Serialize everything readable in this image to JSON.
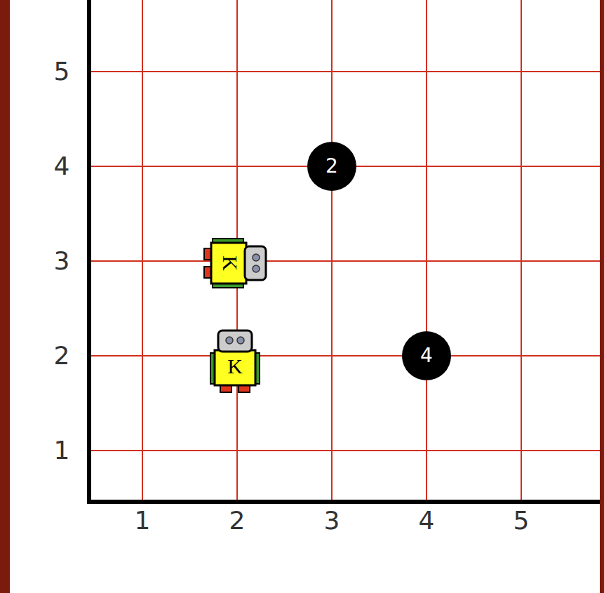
{
  "diagram": {
    "nodes": [
      {
        "text": [
          "2"
        ]
      },
      {
        "text": [
          "K"
        ]
      },
      {
        "text": [
          "K"
        ]
      },
      {
        "text": [
          "4"
        ]
      }
    ],
    "labels": [
      "5",
      "4",
      "3",
      "2",
      "1",
      "1",
      "2",
      "3",
      "4",
      "5"
    ]
  }
}
